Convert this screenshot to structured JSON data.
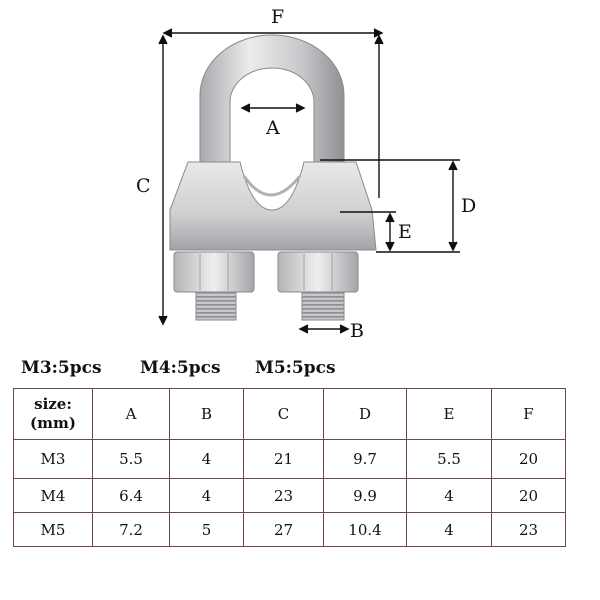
{
  "diagram": {
    "labels": {
      "F": "F",
      "A": "A",
      "C": "C",
      "D": "D",
      "E": "E",
      "B": "B"
    }
  },
  "packs": [
    "M3:5pcs",
    "M4:5pcs",
    "M5:5pcs"
  ],
  "table": {
    "corner_line1": "size:",
    "corner_line2": "(mm)",
    "headers": [
      "A",
      "B",
      "C",
      "D",
      "E",
      "F"
    ],
    "rows": [
      {
        "size": "M3",
        "values": [
          "5.5",
          "4",
          "21",
          "9.7",
          "5.5",
          "20"
        ]
      },
      {
        "size": "M4",
        "values": [
          "6.4",
          "4",
          "23",
          "9.9",
          "4",
          "20"
        ]
      },
      {
        "size": "M5",
        "values": [
          "7.2",
          "5",
          "27",
          "10.4",
          "4",
          "23"
        ]
      }
    ]
  },
  "colors": {
    "table_border": "#6b4a48",
    "metal_light": "#e8e8ea",
    "metal_mid": "#c6c6c9",
    "metal_dark": "#9a9a9e"
  }
}
